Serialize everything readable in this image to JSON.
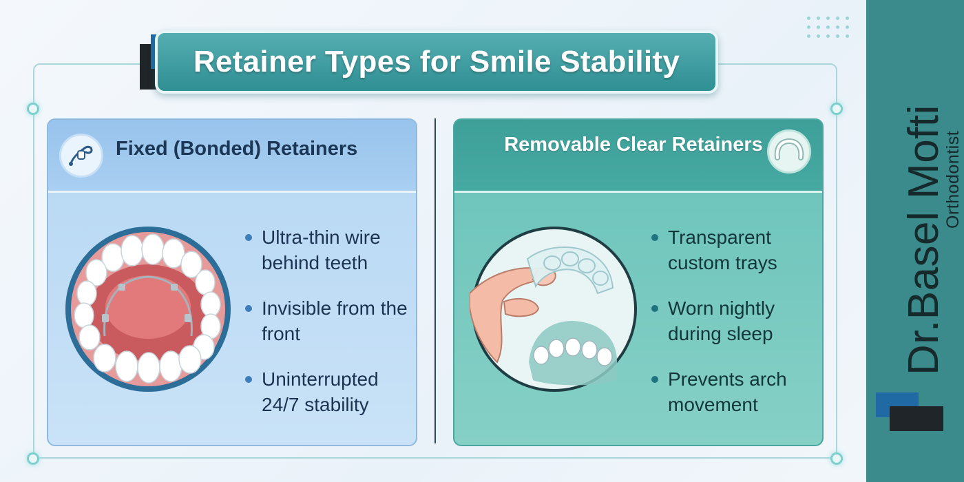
{
  "title": "Retainer Types for Smile Stability",
  "colors": {
    "title_bar": "#3d9da0",
    "left_card": "#b6d7f3",
    "right_card": "#68c2b9",
    "sidebar": "#3b8a8c",
    "accent_blue": "#1f6aa5",
    "accent_dark": "#1f2528"
  },
  "left_card": {
    "heading": "Fixed (Bonded) Retainers",
    "icon": "bonded-retainer-wire-icon",
    "bullets": [
      "Ultra-thin wire behind teeth",
      "Invisible from the front",
      "Uninterrupted 24/7 stability"
    ]
  },
  "right_card": {
    "heading": "Removable  Clear Retainers",
    "icon": "clear-aligner-icon",
    "bullets": [
      "Transparent custom trays",
      "Worn nightly during sleep",
      "Prevents arch movement"
    ]
  },
  "sidebar": {
    "name": "Dr.Basel Mofti",
    "role": "Orthodontist"
  }
}
